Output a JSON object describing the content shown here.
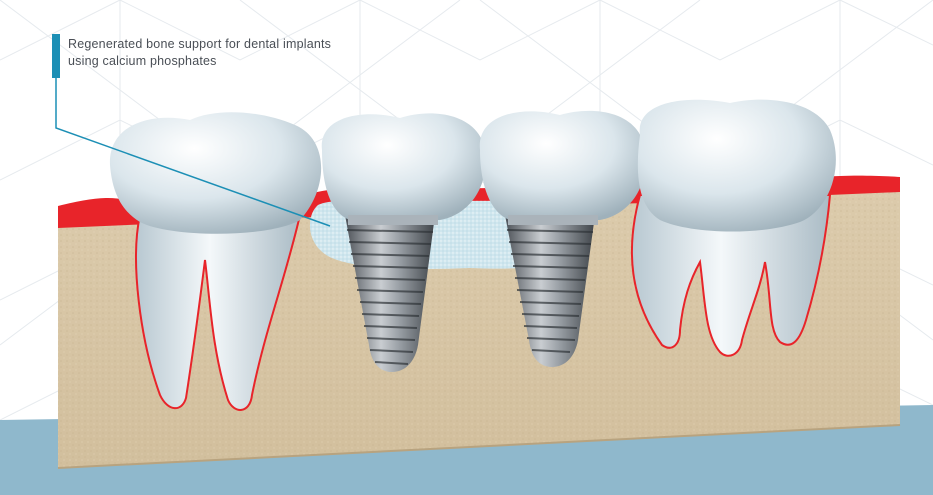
{
  "caption": {
    "line1": "Regenerated bone support for dental implants",
    "line2": "using calcium phosphates"
  },
  "colors": {
    "bone": "#d8c6a6",
    "gum": "#e8242a",
    "tooth": "#dfe9ee",
    "graft": "#cfe6ee",
    "implant": "#8a8f95",
    "floor": "#8fb8cc",
    "pointer": "#1c8fb5"
  },
  "icons": {
    "background": "triangle-grid-pattern",
    "teeth": [
      "molar-left",
      "crown-left",
      "crown-right",
      "molar-right"
    ],
    "implants": [
      "screw-implant-left",
      "screw-implant-right"
    ]
  }
}
